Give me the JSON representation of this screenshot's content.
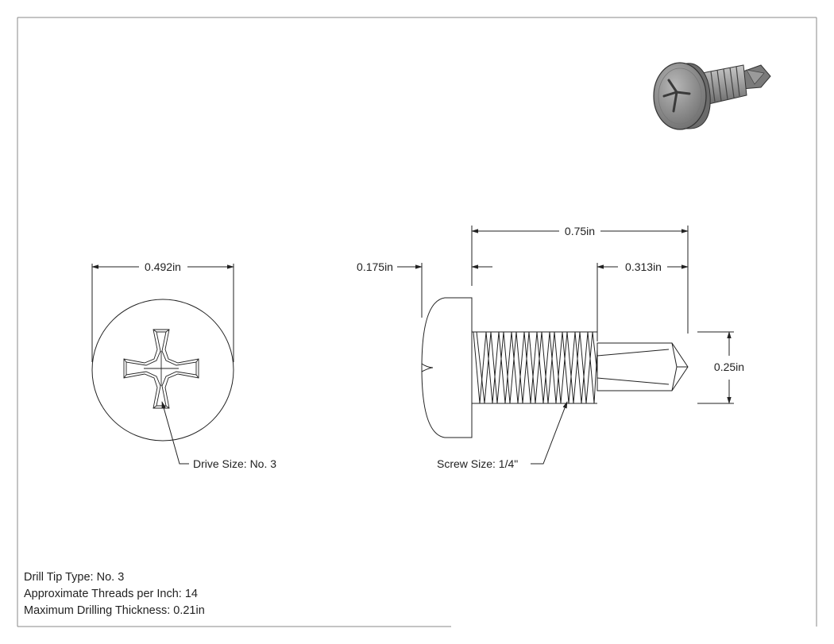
{
  "front_view": {
    "diameter_label": "0.492in",
    "drive_callout": "Drive Size: No. 3"
  },
  "side_view": {
    "head_height_label": "0.175in",
    "length_label": "0.75in",
    "drill_tip_length_label": "0.313in",
    "shank_diameter_label": "0.25in",
    "screw_callout": "Screw Size: 1/4\""
  },
  "notes": [
    "Drill Tip Type: No. 3",
    "Approximate Threads per Inch: 14",
    "Maximum Drilling Thickness: 0.21in"
  ],
  "colors": {
    "line": "#222222",
    "border": "#888888",
    "head_fill": "#f4f0ea",
    "iso_body": "#8a8a8a",
    "iso_dark": "#555555"
  }
}
